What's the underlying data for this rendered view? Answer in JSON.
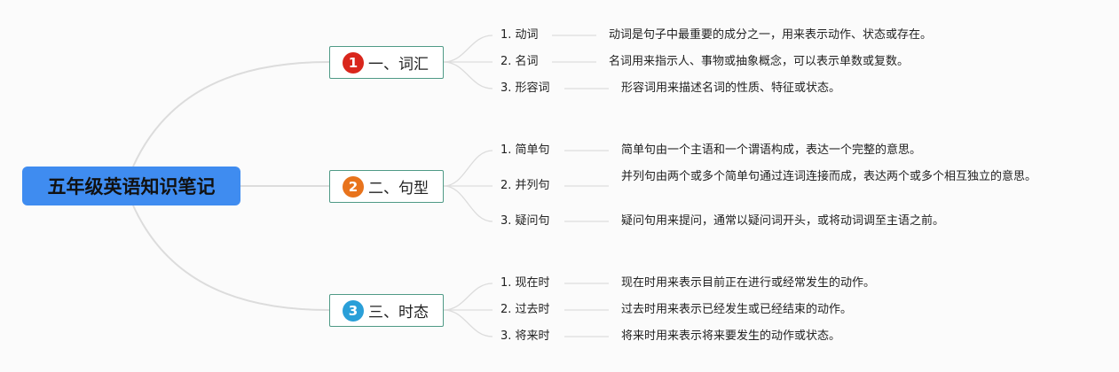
{
  "root": {
    "title": "五年级英语知识笔记"
  },
  "branches": [
    {
      "number": "1",
      "label": "一、词汇",
      "color": "#d9261c",
      "items": [
        {
          "term": "1. 动词",
          "desc": "动词是句子中最重要的成分之一，用来表示动作、状态或存在。"
        },
        {
          "term": "2. 名词",
          "desc": "名词用来指示人、事物或抽象概念，可以表示单数或复数。"
        },
        {
          "term": "3. 形容词",
          "desc": "形容词用来描述名词的性质、特征或状态。"
        }
      ]
    },
    {
      "number": "2",
      "label": "二、句型",
      "color": "#e8731c",
      "items": [
        {
          "term": "1. 简单句",
          "desc": "简单句由一个主语和一个谓语构成，表达一个完整的意思。"
        },
        {
          "term": "2. 并列句",
          "desc": "并列句由两个或多个简单句通过连词连接而成，表达两个或多个相互独立的意思。"
        },
        {
          "term": "3. 疑问句",
          "desc": "疑问句用来提问，通常以疑问词开头，或将动词调至主语之前。"
        }
      ]
    },
    {
      "number": "3",
      "label": "三、时态",
      "color": "#2a9fd8",
      "items": [
        {
          "term": "1. 现在时",
          "desc": "现在时用来表示目前正在进行或经常发生的动作。"
        },
        {
          "term": "2. 过去时",
          "desc": "过去时用来表示已经发生或已经结束的动作。"
        },
        {
          "term": "3. 将来时",
          "desc": "将来时用来表示将来要发生的动作或状态。"
        }
      ]
    }
  ]
}
